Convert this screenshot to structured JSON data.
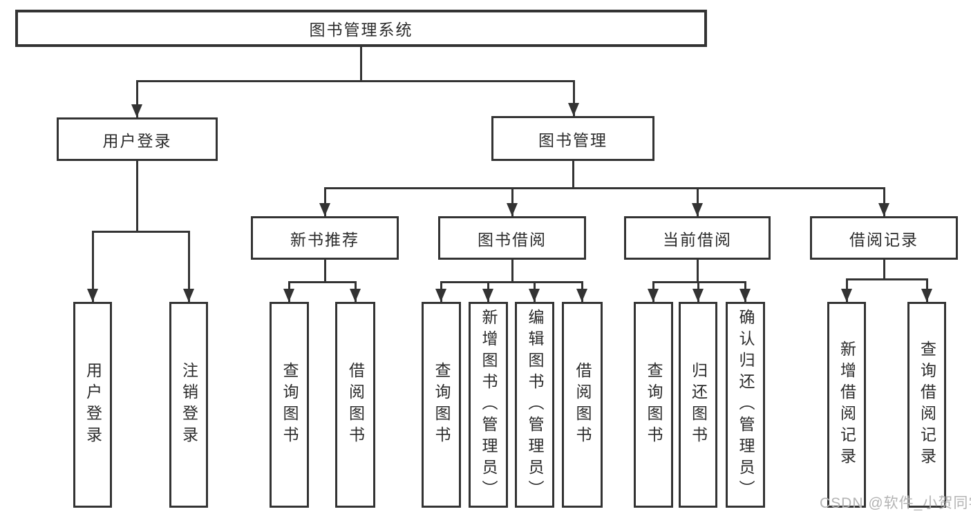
{
  "tree": {
    "label": "图书管理系统",
    "children": [
      {
        "label": "用户登录",
        "children": [
          {
            "label": "用户登录"
          },
          {
            "label": "注销登录"
          }
        ]
      },
      {
        "label": "图书管理",
        "children": [
          {
            "label": "新书推荐",
            "children": [
              {
                "label": "查询图书"
              },
              {
                "label": "借阅图书"
              }
            ]
          },
          {
            "label": "图书借阅",
            "children": [
              {
                "label": "查询图书"
              },
              {
                "label": "新增图书（管理员）"
              },
              {
                "label": "编辑图书（管理员）"
              },
              {
                "label": "借阅图书"
              }
            ]
          },
          {
            "label": "当前借阅",
            "children": [
              {
                "label": "查询图书"
              },
              {
                "label": "归还图书"
              },
              {
                "label": "确认归还（管理员）"
              }
            ]
          },
          {
            "label": "借阅记录",
            "children": [
              {
                "label": "新增借阅记录"
              },
              {
                "label": "查询借阅记录"
              }
            ]
          }
        ]
      }
    ]
  },
  "watermark": {
    "text": "CSDN @软件_小贺同学"
  },
  "colors": {
    "line": "#333333",
    "box_border": "#333333",
    "box_fill": "#ffffff",
    "text": "#2b2b2b",
    "watermark": "#b3b3b3",
    "background": "#ffffff"
  }
}
